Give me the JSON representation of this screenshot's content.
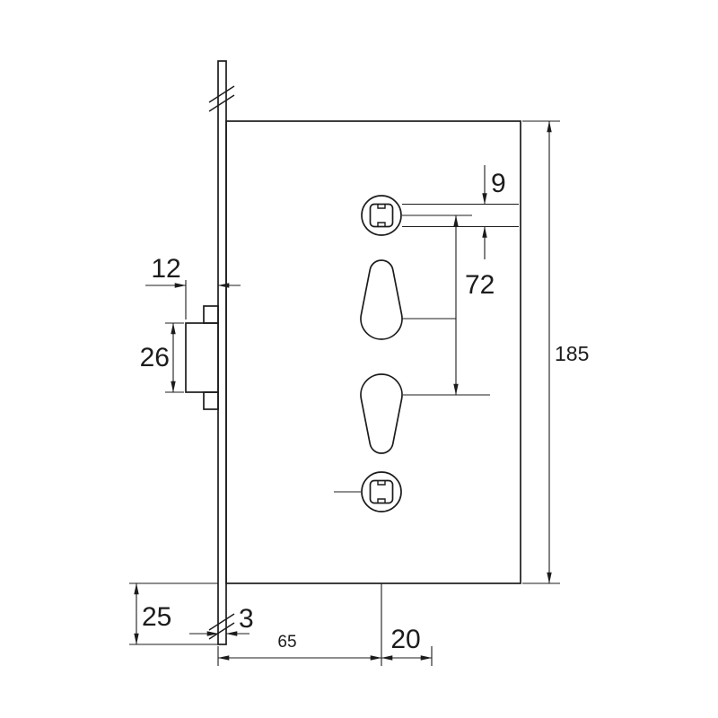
{
  "drawing": {
    "kind": "technical-drawing-mortise-lock",
    "background": "#ffffff",
    "line_color": "#1c1c1c",
    "labels": {
      "spindle_square_size": "9",
      "spindle_to_cylinder_distance": "72",
      "case_height": "185",
      "follower_box_depth": "12",
      "follower_box_height": "26",
      "faceplate_extension": "25",
      "faceplate_thickness": "3",
      "backset": "65",
      "axis_offset": "20"
    }
  }
}
